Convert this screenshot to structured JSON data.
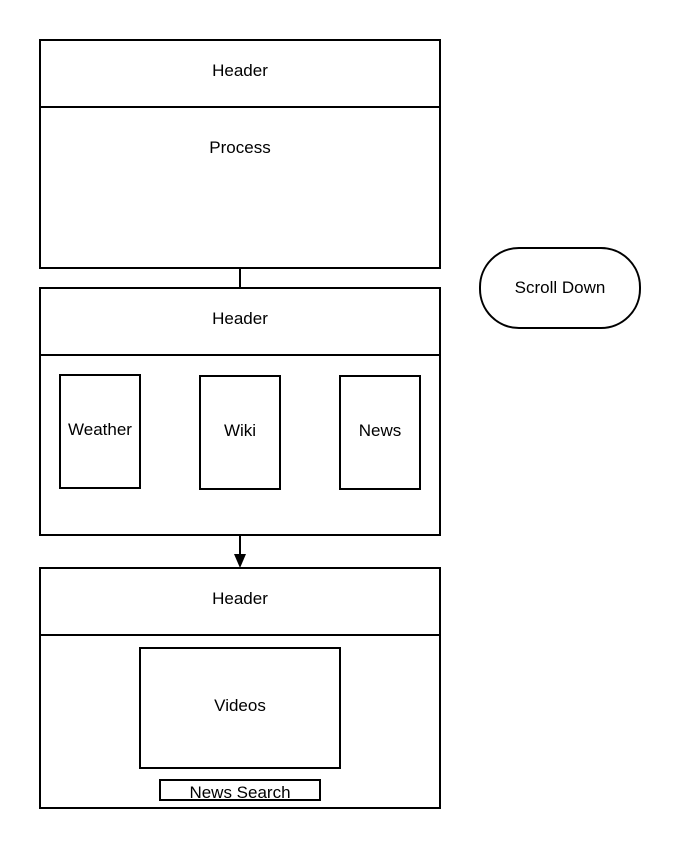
{
  "diagram": {
    "frame1": {
      "header": "Header",
      "body": "Process"
    },
    "frame2": {
      "header": "Header",
      "cards": {
        "weather": "Weather",
        "wiki": "Wiki",
        "news": "News"
      }
    },
    "frame3": {
      "header": "Header",
      "videos": "Videos",
      "news_search": "News Search"
    },
    "note": "Scroll Down"
  }
}
